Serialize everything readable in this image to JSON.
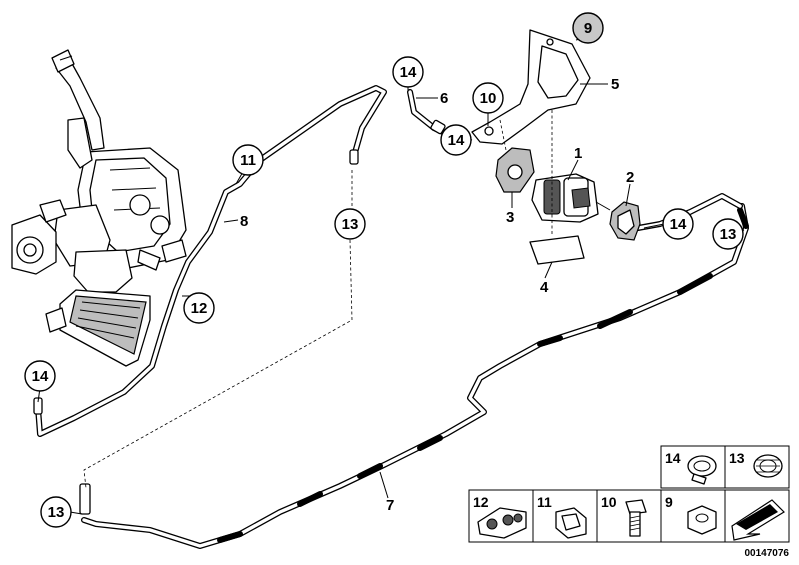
{
  "callouts": {
    "c1": "1",
    "c2": "2",
    "c3": "3",
    "c4": "4",
    "c5": "5",
    "c6": "6",
    "c7": "7",
    "c8": "8",
    "c9": "9",
    "c10": "10",
    "c11": "11",
    "c12": "12",
    "c13a": "13",
    "c13b": "13",
    "c13c": "13",
    "c14a": "14",
    "c14b": "14",
    "c14c": "14",
    "c14d": "14"
  },
  "legend": {
    "k14": "14",
    "k13": "13",
    "k12": "12",
    "k11": "11",
    "k10": "10",
    "k9": "9"
  },
  "document_number": "00147076",
  "colors": {
    "highlight_circle": "#c8c8c8",
    "line": "#000000",
    "background": "#ffffff"
  }
}
